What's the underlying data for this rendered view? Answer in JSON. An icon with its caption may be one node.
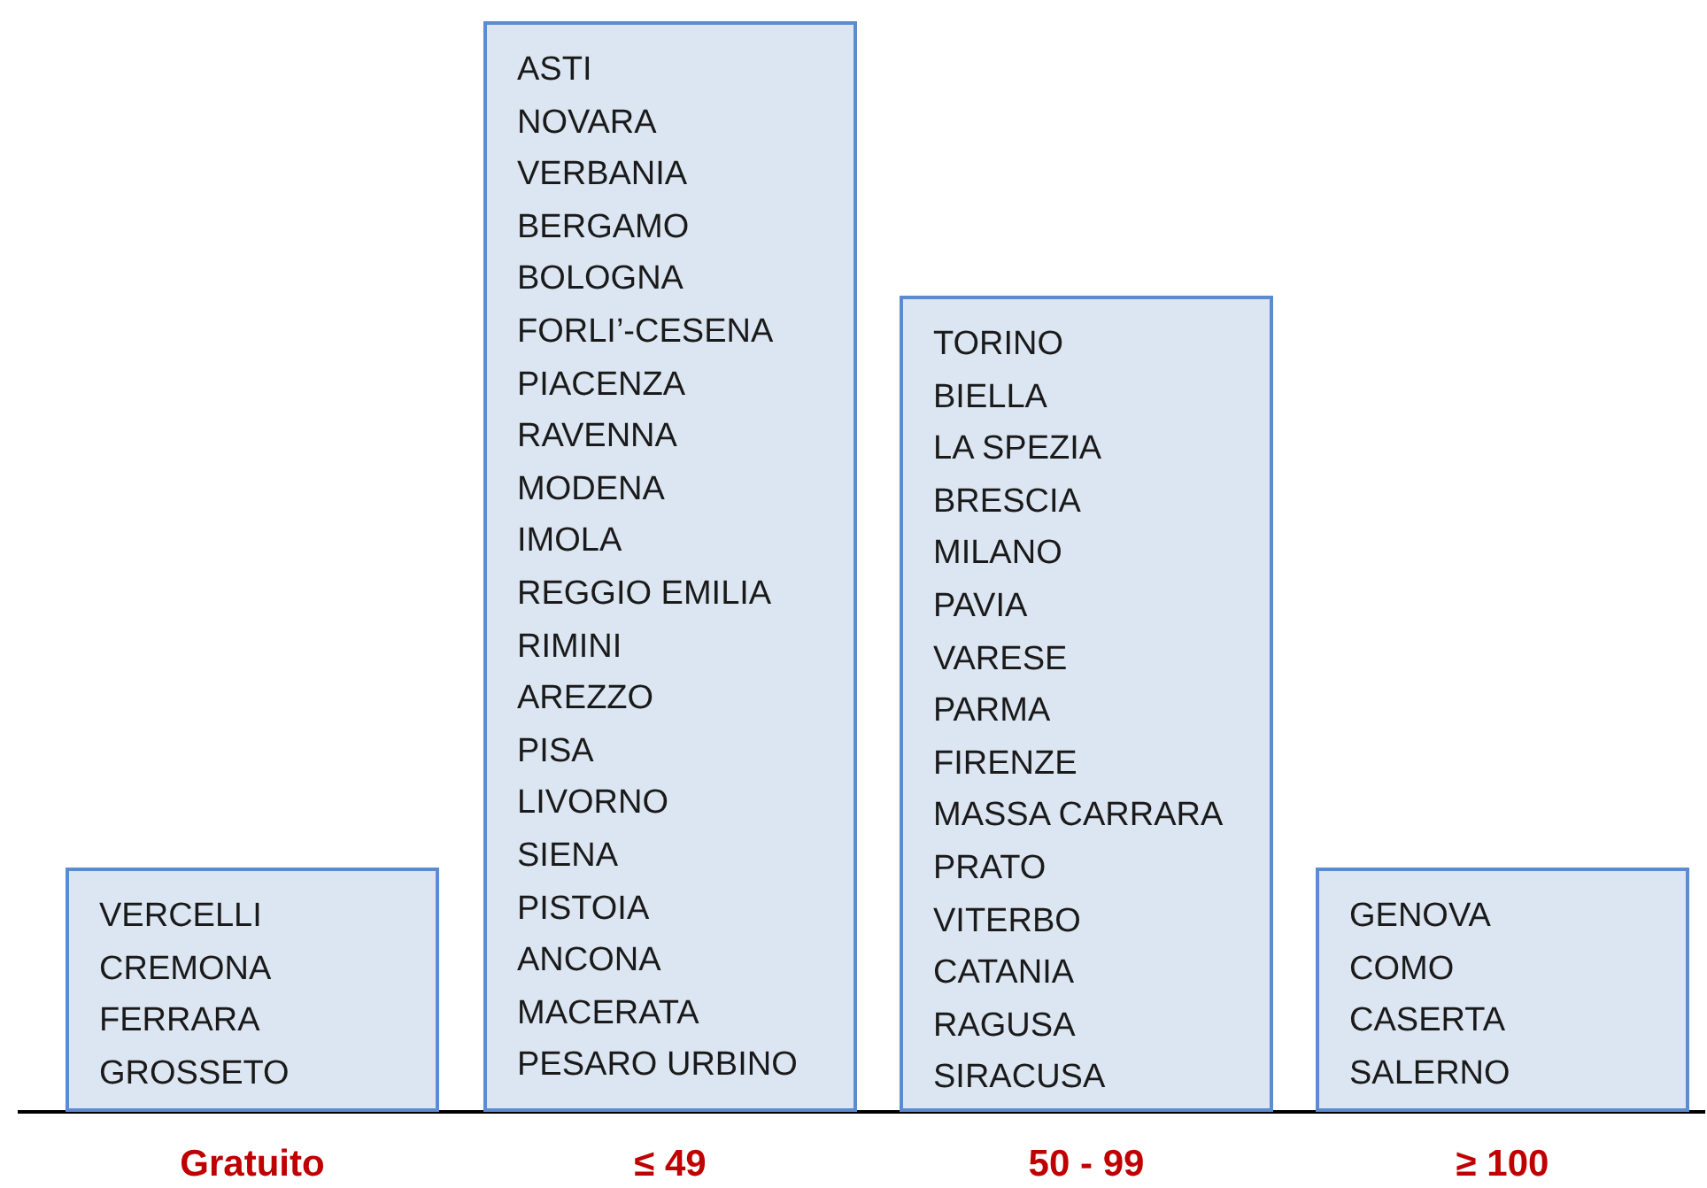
{
  "diagram": {
    "nodes": [
      {
        "text": [
          "VERCELLI",
          "CREMONA",
          "FERRARA",
          "GROSSETO"
        ],
        "beside": [
          "Gratuito"
        ]
      },
      {
        "text": [
          "ASTI",
          "NOVARA",
          "VERBANIA",
          "BERGAMO",
          "BOLOGNA",
          "FORLI’-CESENA",
          "PIACENZA",
          "RAVENNA",
          "MODENA",
          "IMOLA",
          "REGGIO EMILIA",
          "RIMINI",
          "AREZZO",
          "PISA",
          "LIVORNO",
          "SIENA",
          "PISTOIA",
          "ANCONA",
          "MACERATA",
          "PESARO URBINO"
        ],
        "beside": [
          "≤ 49"
        ]
      },
      {
        "text": [
          "TORINO",
          "BIELLA",
          "LA SPEZIA",
          "BRESCIA",
          "MILANO",
          "PAVIA",
          "VARESE",
          "PARMA",
          "FIRENZE",
          "MASSA CARRARA",
          "PRATO",
          "VITERBO",
          "CATANIA",
          "RAGUSA",
          "SIRACUSA"
        ],
        "beside": [
          "50 - 99"
        ]
      },
      {
        "text": [
          "GENOVA",
          "COMO",
          "CASERTA",
          "SALERNO"
        ],
        "beside": [
          "≥ 100"
        ]
      }
    ]
  }
}
